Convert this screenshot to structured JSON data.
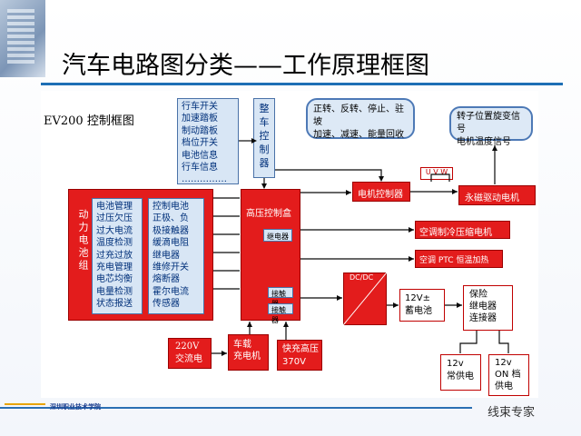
{
  "title": "汽车电路图分类——工作原理框图",
  "diagram_title": "EV200 控制框图",
  "signals": [
    "行车开关",
    "加速踏板",
    "制动踏板",
    "档位开关",
    "电池信息",
    "行车信息",
    "……………"
  ],
  "vcu": [
    "整",
    "车",
    "控",
    "制",
    "器"
  ],
  "bubble_left": [
    "正转、反转、停止、驻坡",
    "加速、减速、能量回收"
  ],
  "bubble_right": [
    "转子位置旋变信号",
    "电机温度信号"
  ],
  "motor_controller": "电机控制器",
  "uvw": "U V W",
  "motor": "永磁驱动电机",
  "battery_label": "动力电池组",
  "bms": [
    "电池管理",
    "过压欠压",
    "过大电流",
    "温度检测",
    "过充过放",
    "充电管理",
    "电芯均衡",
    "电量检测",
    "状态报送"
  ],
  "control_list": [
    "控制电池",
    "正极、负",
    "极接触器",
    "缓滴电阻",
    "继电器",
    "维修开关",
    "熔断器",
    "霍尔电流",
    "传感器"
  ],
  "hv_box": "高压控制盒",
  "relay_top": "继电器",
  "relay_mid": "接触器",
  "relay_bottom": "接触器",
  "ac_comp": "空调制冷压缩电机",
  "ac_ptc": "空调 PTC 恒温加热",
  "dcdc": "DC/DC",
  "battery12": [
    "12V±",
    "蓄电池"
  ],
  "fuse_box": [
    "保险",
    "继电器",
    "连接器"
  ],
  "power_normal": [
    "12v",
    "常供电"
  ],
  "power_on": [
    "12v",
    "ON 档",
    "供电"
  ],
  "charger": [
    "车载",
    "充电机"
  ],
  "ac220": [
    "220V",
    "交流电"
  ],
  "fast_charge": [
    "快充高压",
    "370V"
  ],
  "school": "深圳职业技术学院",
  "watermark": "线束专家",
  "colors": {
    "red": "#e31c1c",
    "panel": "#d8e6f5",
    "wire": "#0a0a0a",
    "title_line": "#1e6fb5"
  }
}
